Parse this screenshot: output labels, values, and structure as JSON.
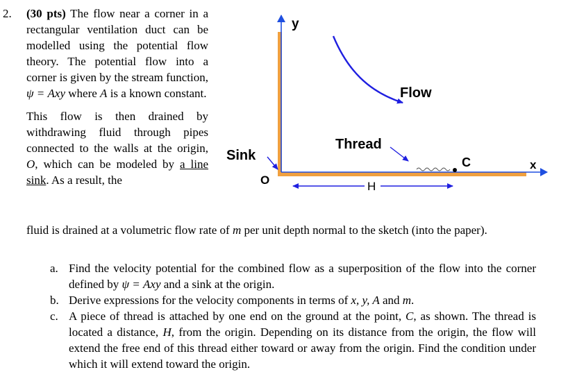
{
  "problem": {
    "number": "2.",
    "points": "(30 pts)",
    "intro_p1_text": "The flow near a corner in a rectangular ventilation duct can be modelled using the potential flow theory. The potential flow into a corner is given by the stream function,",
    "stream_fn": "ψ = Axy",
    "intro_p1_tail": "where",
    "A_var": "A",
    "intro_p1_end": "is a known constant.",
    "intro_p2_a": "This flow is then drained by withdrawing fluid through pipes connected to the walls at the origin,",
    "origin_var": "O",
    "intro_p2_b": ", which can be modeled by",
    "line_sink": "a line sink",
    "intro_p2_c": ". As a result, the",
    "full_a": "fluid is drained at a volumetric flow rate of",
    "m_var": "m",
    "full_b": "per unit depth normal to the sketch (into the paper).",
    "parts": [
      {
        "label": "a.",
        "pre": "Find the velocity potential for the combined flow as a superposition of the flow into the corner defined by",
        "math": "ψ = Axy",
        "post": "and a sink at the origin."
      },
      {
        "label": "b.",
        "pre": "Derive expressions for the velocity components in terms of",
        "math": "x, y, A",
        "mid": "and",
        "math2": "m",
        "post": "."
      },
      {
        "label": "c.",
        "pre": "A piece of thread is attached by one end on the ground at the point,",
        "math": "C",
        "post": ", as shown. The thread is located a distance,",
        "math2": "H",
        "post2": ", from the origin. Depending on its distance from the origin, the flow will extend the free end of this thread either toward or away from the origin. Find the condition under which it will extend toward the origin."
      }
    ]
  },
  "diagram": {
    "y_label": "y",
    "x_label": "x",
    "flow_label": "Flow",
    "thread_label": "Thread",
    "sink_label": "Sink",
    "origin_label": "O",
    "c_label": "C",
    "h_label": "H",
    "colors": {
      "wall": "#F0A040",
      "flow_arrow": "#1F1FE0",
      "pointer": "#1F1FE0",
      "axis": "#1F4FE0"
    }
  }
}
